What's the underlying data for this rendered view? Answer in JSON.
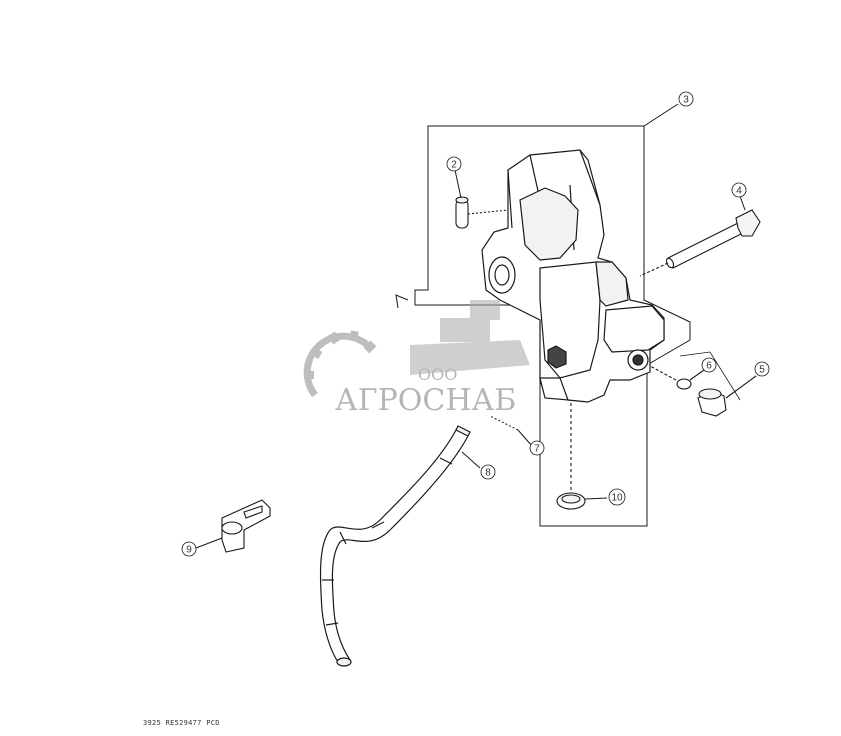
{
  "callouts": [
    {
      "id": "1",
      "label": "2"
    },
    {
      "id": "2",
      "label": "3"
    },
    {
      "id": "3",
      "label": "4"
    },
    {
      "id": "4",
      "label": "5"
    },
    {
      "id": "5",
      "label": "6"
    },
    {
      "id": "6",
      "label": "7"
    },
    {
      "id": "7",
      "label": "8"
    },
    {
      "id": "8",
      "label": "9"
    },
    {
      "id": "9",
      "label": "10"
    }
  ],
  "watermark": {
    "company_prefix": "ООО",
    "company_name": "АГРОСНАБ",
    "logo": "gear-tractor-logo"
  },
  "footer_code": "3925 RE529477 PCD",
  "colors": {
    "line": "#1a1a1a",
    "shade": "#666666",
    "watermark": "#9a9a9a"
  }
}
